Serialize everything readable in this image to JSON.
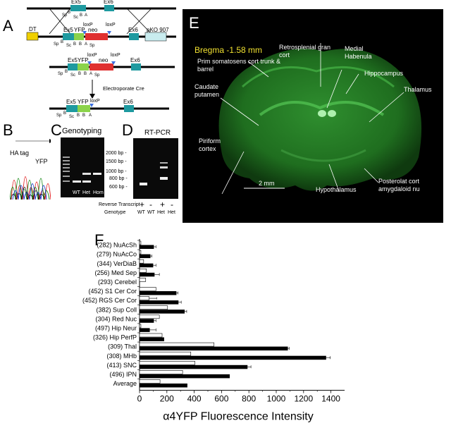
{
  "panels": {
    "A": "A",
    "B": "B",
    "C": "C",
    "D": "D",
    "E": "E",
    "F": "F"
  },
  "construct": {
    "ex5": "Ex5",
    "ex6": "Ex6",
    "yfp": "YFP",
    "neo": "neo",
    "loxp": "loxP",
    "dt": "DT",
    "pko": "pKO 907",
    "sites_row1": [
      "Sp",
      "B",
      "Sc",
      "B",
      "A"
    ],
    "sites_row2": [
      "Sp",
      "B",
      "Sc",
      "B",
      "B",
      "A",
      "Sp"
    ],
    "sites_row3": [
      "Sp",
      "B",
      "Sc",
      "B",
      "B",
      "A",
      "Sp"
    ],
    "sites_row4": [
      "Sp",
      "B",
      "Sc",
      "B",
      "B",
      "A"
    ],
    "electroporate": "Electroporate Cre"
  },
  "panel_b": {
    "ha_tag": "HA tag",
    "yfp": "YFP"
  },
  "panel_c": {
    "title": "Genotyping",
    "lanes": [
      "WT",
      "Het",
      "Hom"
    ]
  },
  "panel_d": {
    "title": "RT-PCR",
    "ladder": [
      "2000 bp -",
      "1500 bp -",
      "1000 bp -",
      "800 bp -",
      "600 bp -"
    ],
    "row_rt": "Reverse Transcript",
    "row_geno": "Genotype",
    "rt_signs": [
      "+",
      "-",
      "+",
      "-"
    ],
    "geno": [
      "WT",
      "WT",
      "Het",
      "Het"
    ]
  },
  "brain": {
    "bregma": "Bregma -1.58 mm",
    "labels": [
      "Prim somatosens cort trunk & barrel",
      "Retrosplenial gran cort",
      "Medial Habenula",
      "Hippocampus",
      "Thalamus",
      "Caudate putamen",
      "Piriform cortex",
      "Hypothalamus",
      "Posterolat cort amygdaloid nu"
    ],
    "scale": "2 mm"
  },
  "chart_data": {
    "type": "bar",
    "orientation": "horizontal",
    "categories": [
      "(282) NuAcSh",
      "(279) NuAcCo",
      "(344) VerDiaB",
      "(256) Med Sep",
      "(293) Cerebel",
      "(452) S1 Cer Cor",
      "(452) RGS Cer Cor",
      "(382) Sup Coll",
      "(304) Red Nuc",
      "(497) Hip Neur",
      "(326) Hip PerfP",
      "(309) Thal",
      "(308) MHb",
      "(413) SNC",
      "(496) IPN",
      "Average"
    ],
    "series": [
      {
        "values": [
          10,
          10,
          30,
          50,
          45,
          120,
          70,
          205,
          145,
          10,
          165,
          545,
          375,
          405,
          315,
          150
        ],
        "color": "#ffffff"
      },
      {
        "values": [
          105,
          80,
          100,
          110,
          0,
          270,
          285,
          330,
          105,
          75,
          180,
          1085,
          1365,
          790,
          660,
          350
        ],
        "color": "#000000"
      }
    ],
    "errors": [
      [
        0,
        0,
        0,
        0,
        0,
        0,
        55,
        0,
        0,
        0,
        0,
        0,
        0,
        0,
        0,
        0
      ],
      [
        15,
        10,
        20,
        35,
        0,
        12,
        20,
        15,
        15,
        45,
        0,
        10,
        30,
        25,
        0,
        0
      ]
    ],
    "xticks": [
      0,
      200,
      400,
      600,
      800,
      1000,
      1200,
      1400
    ],
    "xlim": [
      0,
      1500
    ],
    "xlabel": "α4YFP Fluorescence Intensity",
    "ylabel": ""
  }
}
